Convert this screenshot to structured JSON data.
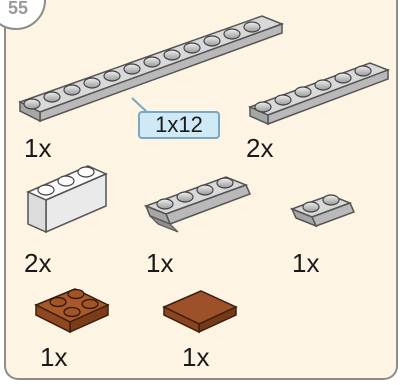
{
  "step": {
    "number": "55"
  },
  "parts": [
    {
      "name": "gray-plate-1x12",
      "qty": "1x",
      "color": "#d4d4d4"
    },
    {
      "name": "gray-plate-1x6",
      "qty": "2x",
      "color": "#d4d4d4"
    },
    {
      "name": "white-brick-1x3",
      "qty": "2x",
      "color": "#f6f6f6"
    },
    {
      "name": "gray-rail-plate-1x4",
      "qty": "1x",
      "color": "#d4d4d4"
    },
    {
      "name": "gray-rail-plate-1x2",
      "qty": "1x",
      "color": "#d4d4d4"
    },
    {
      "name": "brown-plate-2x2",
      "qty": "1x",
      "color": "#9a4d20"
    },
    {
      "name": "brown-tile-2x2",
      "qty": "1x",
      "color": "#8a4722"
    }
  ],
  "callout": {
    "label": "1x12"
  },
  "colors": {
    "panel": "#fdf4e3",
    "callout_fill": "#cfe9f7"
  }
}
